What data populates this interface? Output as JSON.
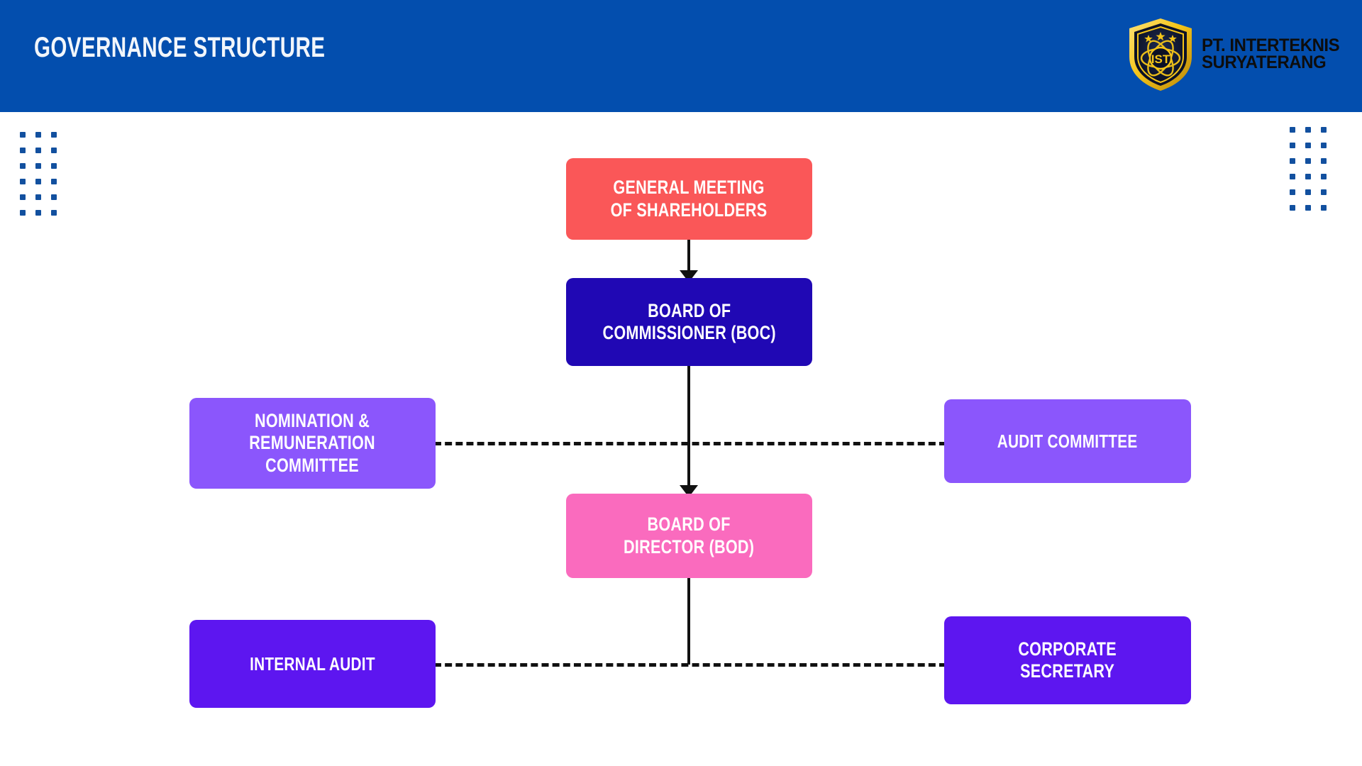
{
  "header": {
    "title": "GOVERNANCE STRUCTURE",
    "background_color": "#034EAE",
    "title_color": "#F2F6FB"
  },
  "logo": {
    "monogram": "IST",
    "name_line1": "PT. INTERTEKNIS",
    "name_line2": "SURYATERANG",
    "shield_color": "#FFC800",
    "text_color": "#0d0d0d",
    "star_count": 3
  },
  "decoration": {
    "dot_color": "#12509F",
    "dot_grid_columns": 3,
    "dot_grid_rows": 6
  },
  "chart_data": {
    "type": "diagram",
    "title": "GOVERNANCE STRUCTURE",
    "nodes": [
      {
        "id": "gms",
        "label": "GENERAL MEETING\nOF SHAREHOLDERS",
        "color": "#FA5758",
        "level": 1,
        "column": "center"
      },
      {
        "id": "boc",
        "label": "BOARD OF\nCOMMISSIONER (BOC)",
        "color": "#2008B4",
        "level": 2,
        "column": "center"
      },
      {
        "id": "nrc",
        "label": "NOMINATION &\nREMUNERATION\nCOMMITTEE",
        "color": "#8B56FC",
        "level": 3,
        "column": "left"
      },
      {
        "id": "ac",
        "label": "AUDIT COMMITTEE",
        "color": "#8B56FC",
        "level": 3,
        "column": "right"
      },
      {
        "id": "bod",
        "label": "BOARD OF\nDIRECTOR (BOD)",
        "color": "#FA6BBE",
        "level": 4,
        "column": "center"
      },
      {
        "id": "ia",
        "label": "INTERNAL AUDIT",
        "color": "#5D16F0",
        "level": 5,
        "column": "left"
      },
      {
        "id": "cs",
        "label": "CORPORATE\nSECRETARY",
        "color": "#5D16F0",
        "level": 5,
        "column": "right"
      }
    ],
    "edges": [
      {
        "from": "gms",
        "to": "boc",
        "style": "solid-arrow"
      },
      {
        "from": "boc",
        "to": "bod",
        "style": "solid-arrow"
      },
      {
        "from": "nrc",
        "to": "ac",
        "style": "dashed",
        "crosses": "boc-bod"
      },
      {
        "from": "ia",
        "to": "cs",
        "style": "dashed",
        "crosses": "bod-bottom"
      }
    ],
    "line_color": "#111111"
  }
}
